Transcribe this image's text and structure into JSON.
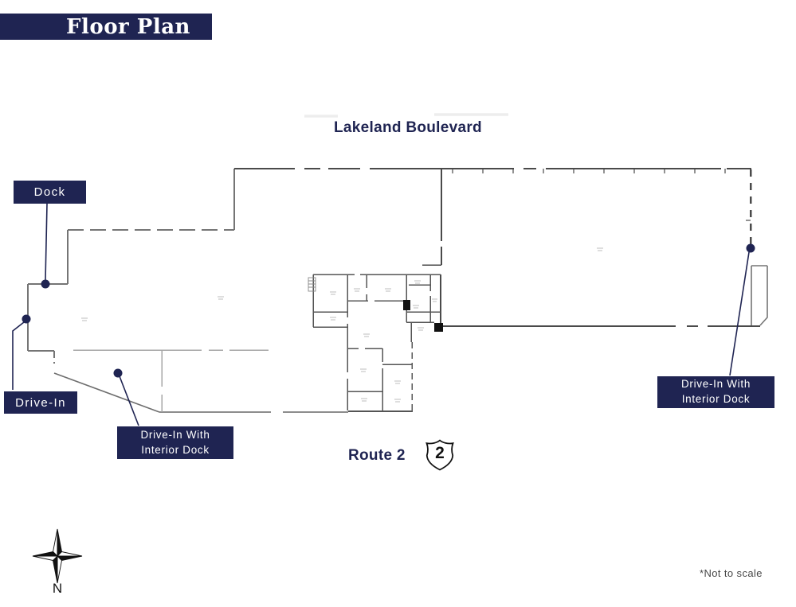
{
  "page": {
    "title": "Floor Plan",
    "scale_note": "*Not to scale"
  },
  "map": {
    "street_label": "Lakeland Boulevard",
    "route_label": "Route 2",
    "route_shield_number": "2",
    "compass_label": "N"
  },
  "callouts": [
    {
      "id": "dock",
      "label": "Dock"
    },
    {
      "id": "drive-in",
      "label": "Drive-In"
    },
    {
      "id": "drive-in-interior-left",
      "label": "Drive-In With Interior Dock"
    },
    {
      "id": "drive-in-interior-right",
      "label": "Drive-In With Interior Dock"
    }
  ],
  "colors": {
    "navy": "#1f2452",
    "wall_dark": "#4a4a4a",
    "wall_medium": "#757575",
    "wall_light": "#a6a6a6",
    "callout_text": "#ffffff"
  }
}
